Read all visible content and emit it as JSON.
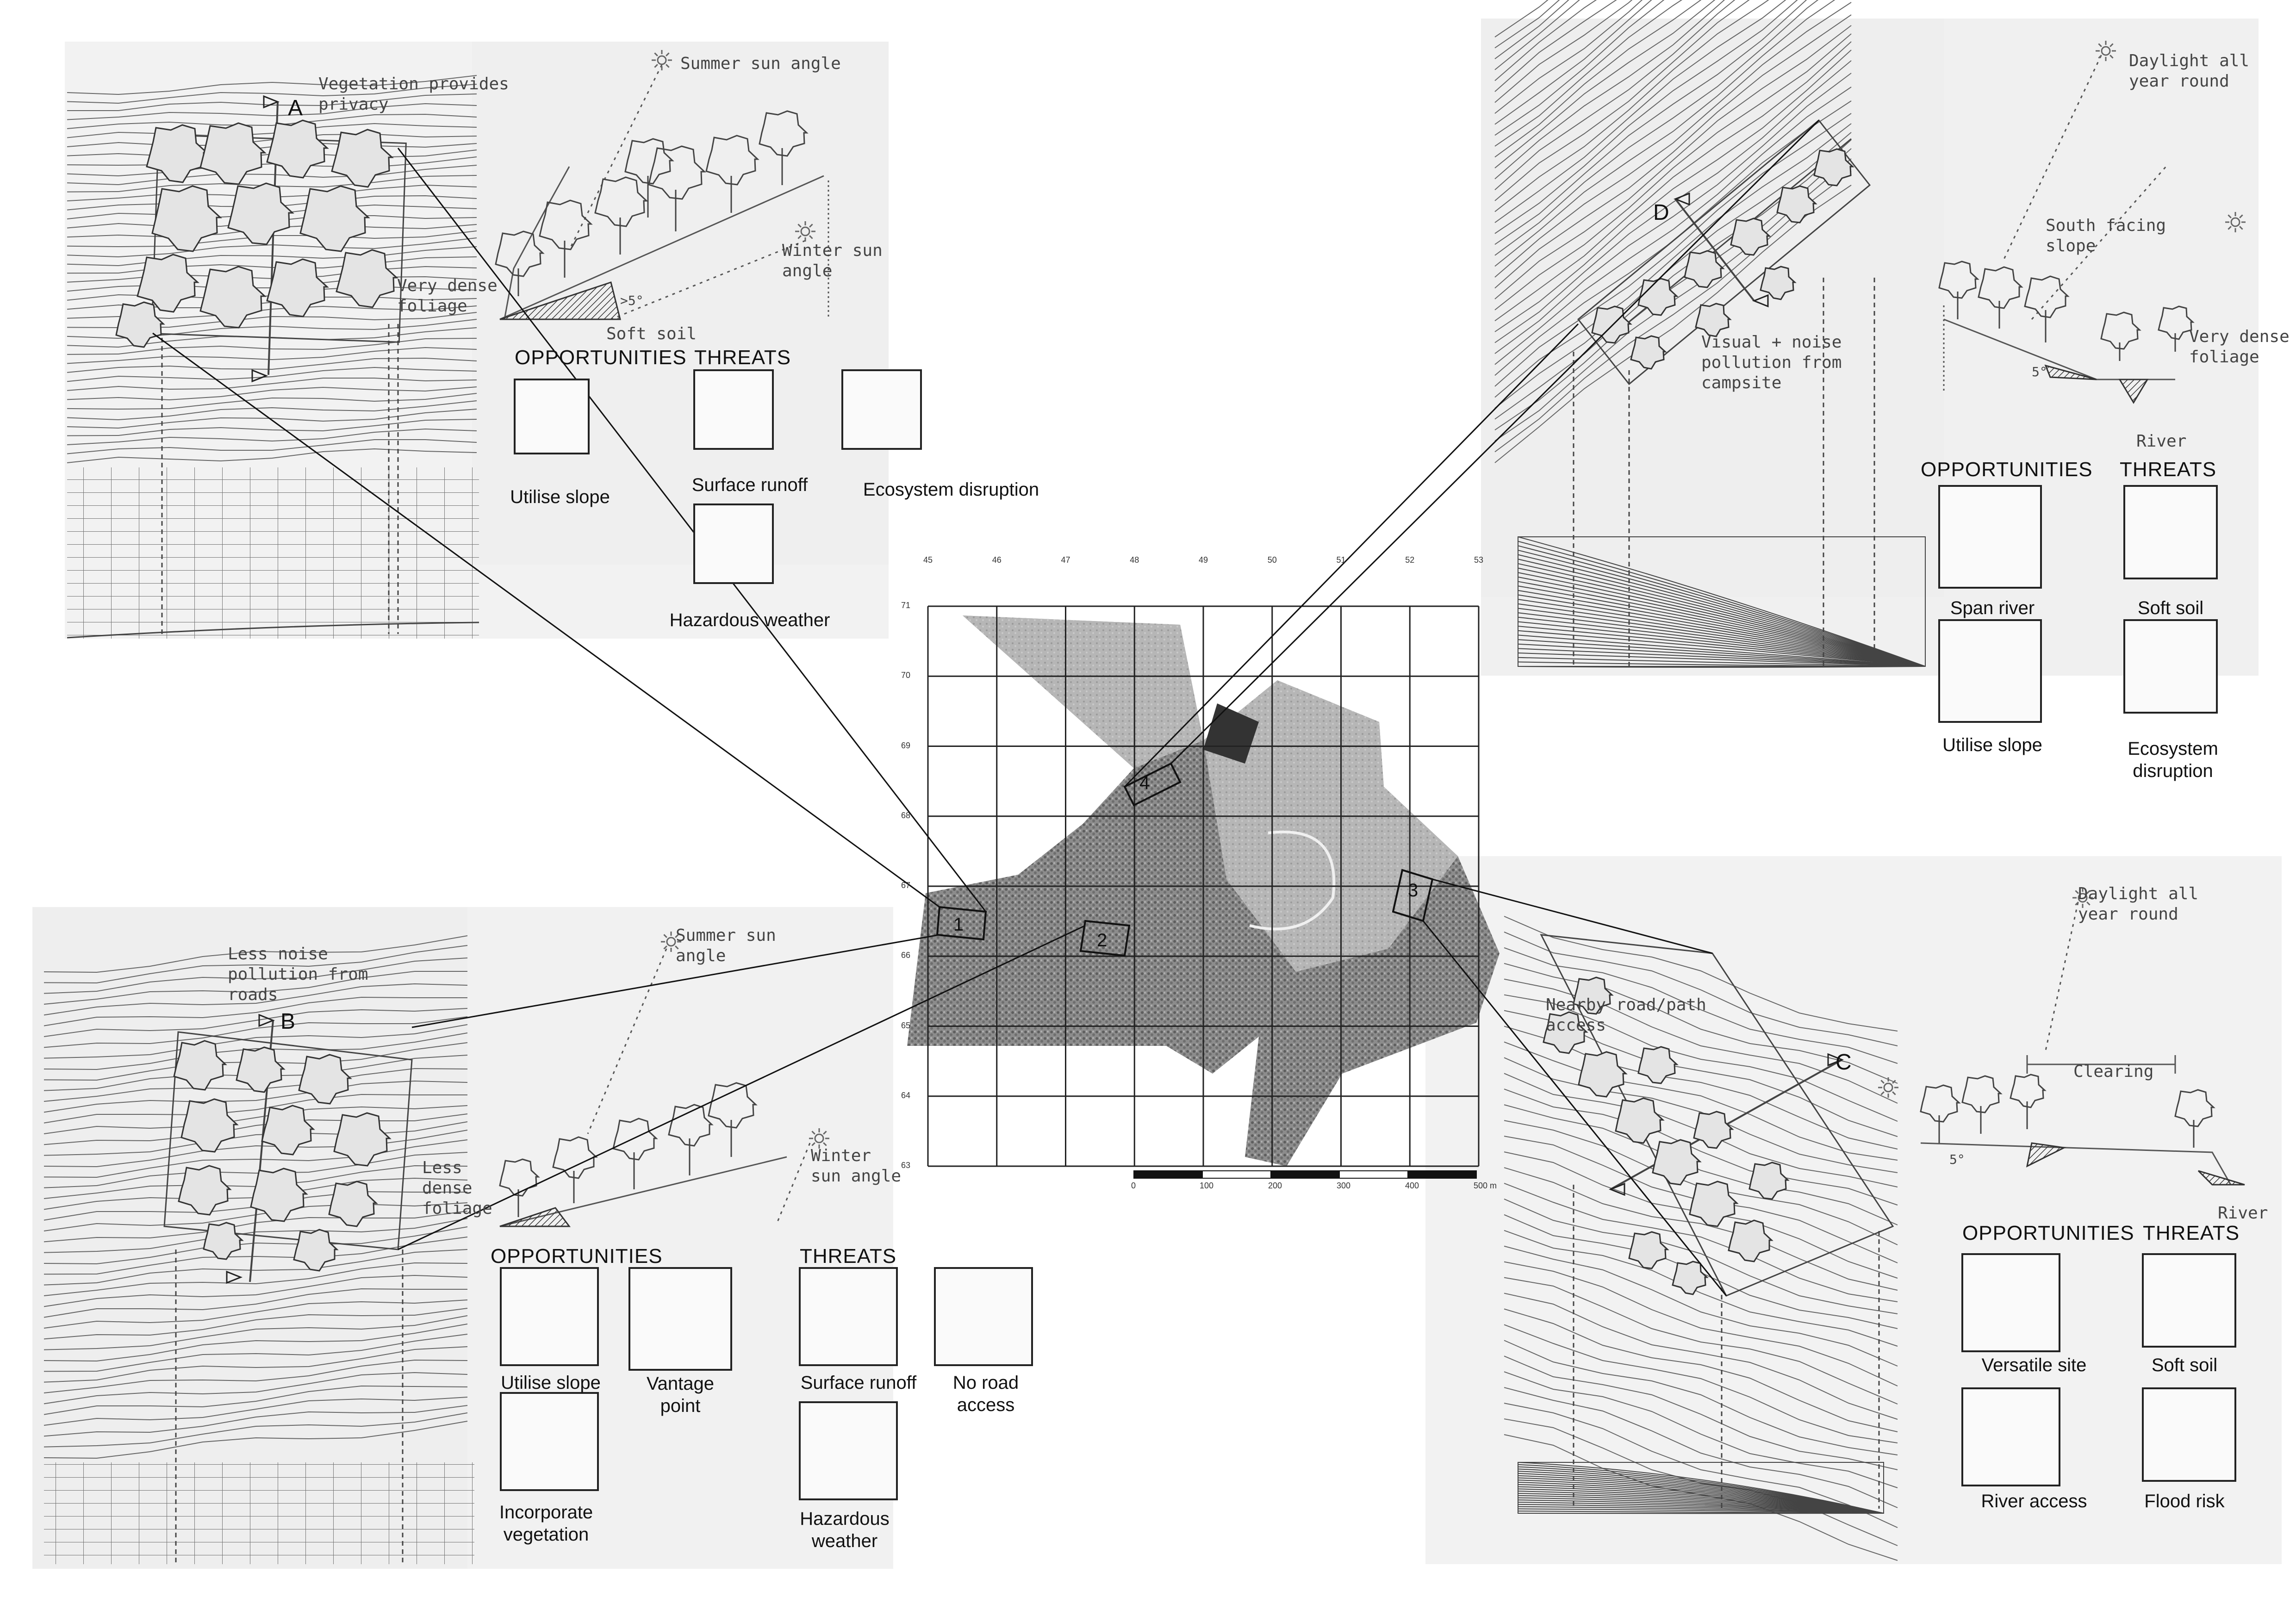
{
  "panels": {
    "a": {
      "section_marker": "A",
      "labels": {
        "vegetation": "Vegetation provides privacy",
        "summer_sun": "Summer sun angle",
        "winter_sun": "Winter sun angle",
        "dense_foliage": "Very dense foliage",
        "soft_soil": "Soft soil",
        "slope_angle": ">5°"
      },
      "opportunities_heading": "OPPORTUNITIES",
      "threats_heading": "THREATS",
      "opportunities": [
        "Utilise slope"
      ],
      "threats": [
        "Surface runoff",
        "Ecosystem disruption",
        "Hazardous weather"
      ]
    },
    "b": {
      "section_marker": "B",
      "labels": {
        "noise": "Less noise pollution from roads",
        "summer_sun": "Summer sun angle",
        "winter_sun": "Winter sun angle",
        "less_dense": "Less dense foliage"
      },
      "opportunities_heading": "OPPORTUNITIES",
      "threats_heading": "THREATS",
      "opportunities": [
        "Utilise slope",
        "Vantage point",
        "Incorporate vegetation"
      ],
      "threats": [
        "Surface runoff",
        "No road access",
        "Hazardous weather"
      ]
    },
    "c": {
      "section_marker": "C",
      "labels": {
        "daylight": "Daylight all year round",
        "road_access": "Nearby road/path access",
        "clearing": "Clearing",
        "river": "River",
        "slope_angle": "5°"
      },
      "opportunities_heading": "OPPORTUNITIES",
      "threats_heading": "THREATS",
      "opportunities": [
        "Versatile site",
        "River access"
      ],
      "threats": [
        "Soft soil",
        "Flood risk"
      ]
    },
    "d": {
      "section_marker": "D",
      "labels": {
        "daylight": "Daylight all year round",
        "south_slope": "South facing slope",
        "dense_foliage": "Very dense foliage",
        "pollution": "Visual + noise pollution from campsite",
        "river": "River",
        "slope_angle": "5°"
      },
      "opportunities_heading": "OPPORTUNITIES",
      "threats_heading": "THREATS",
      "opportunities": [
        "Span river",
        "Utilise slope"
      ],
      "threats": [
        "Soft soil",
        "Ecosystem disruption"
      ]
    }
  },
  "map": {
    "x_ticks": [
      "45",
      "46",
      "47",
      "48",
      "49",
      "50",
      "51",
      "52",
      "53"
    ],
    "y_ticks": [
      "71",
      "70",
      "69",
      "68",
      "67",
      "66",
      "65",
      "64",
      "63"
    ],
    "scale_labels": [
      "0",
      "100",
      "200",
      "300",
      "400",
      "500 m"
    ],
    "site_markers": [
      "1",
      "2",
      "3",
      "4"
    ]
  }
}
